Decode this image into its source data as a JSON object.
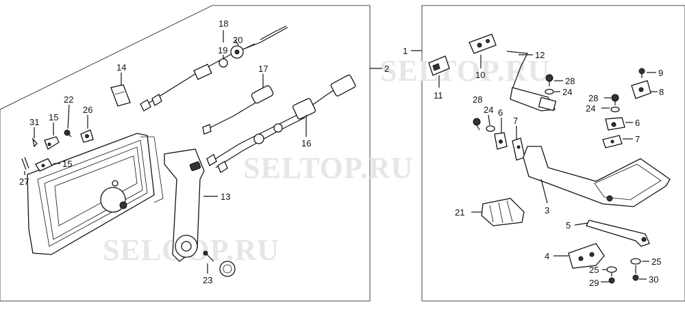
{
  "watermarks": [
    "SELTOP.RU",
    "SELTOP.RU",
    "SELOOP.RU"
  ],
  "left_group": {
    "label": "2",
    "parts": [
      "18",
      "20",
      "19",
      "14",
      "17",
      "22",
      "26",
      "31",
      "15",
      "15",
      "27",
      "16",
      "13",
      "23"
    ]
  },
  "right_group": {
    "label": "1",
    "parts": [
      "12",
      "10",
      "11",
      "28",
      "24",
      "9",
      "8",
      "28",
      "24",
      "28",
      "24",
      "6",
      "7",
      "6",
      "7",
      "3",
      "21",
      "5",
      "4",
      "25",
      "25",
      "29",
      "30"
    ]
  },
  "colors": {
    "line": "#111111",
    "watermark": "#e6e6e6",
    "background": "#ffffff"
  }
}
